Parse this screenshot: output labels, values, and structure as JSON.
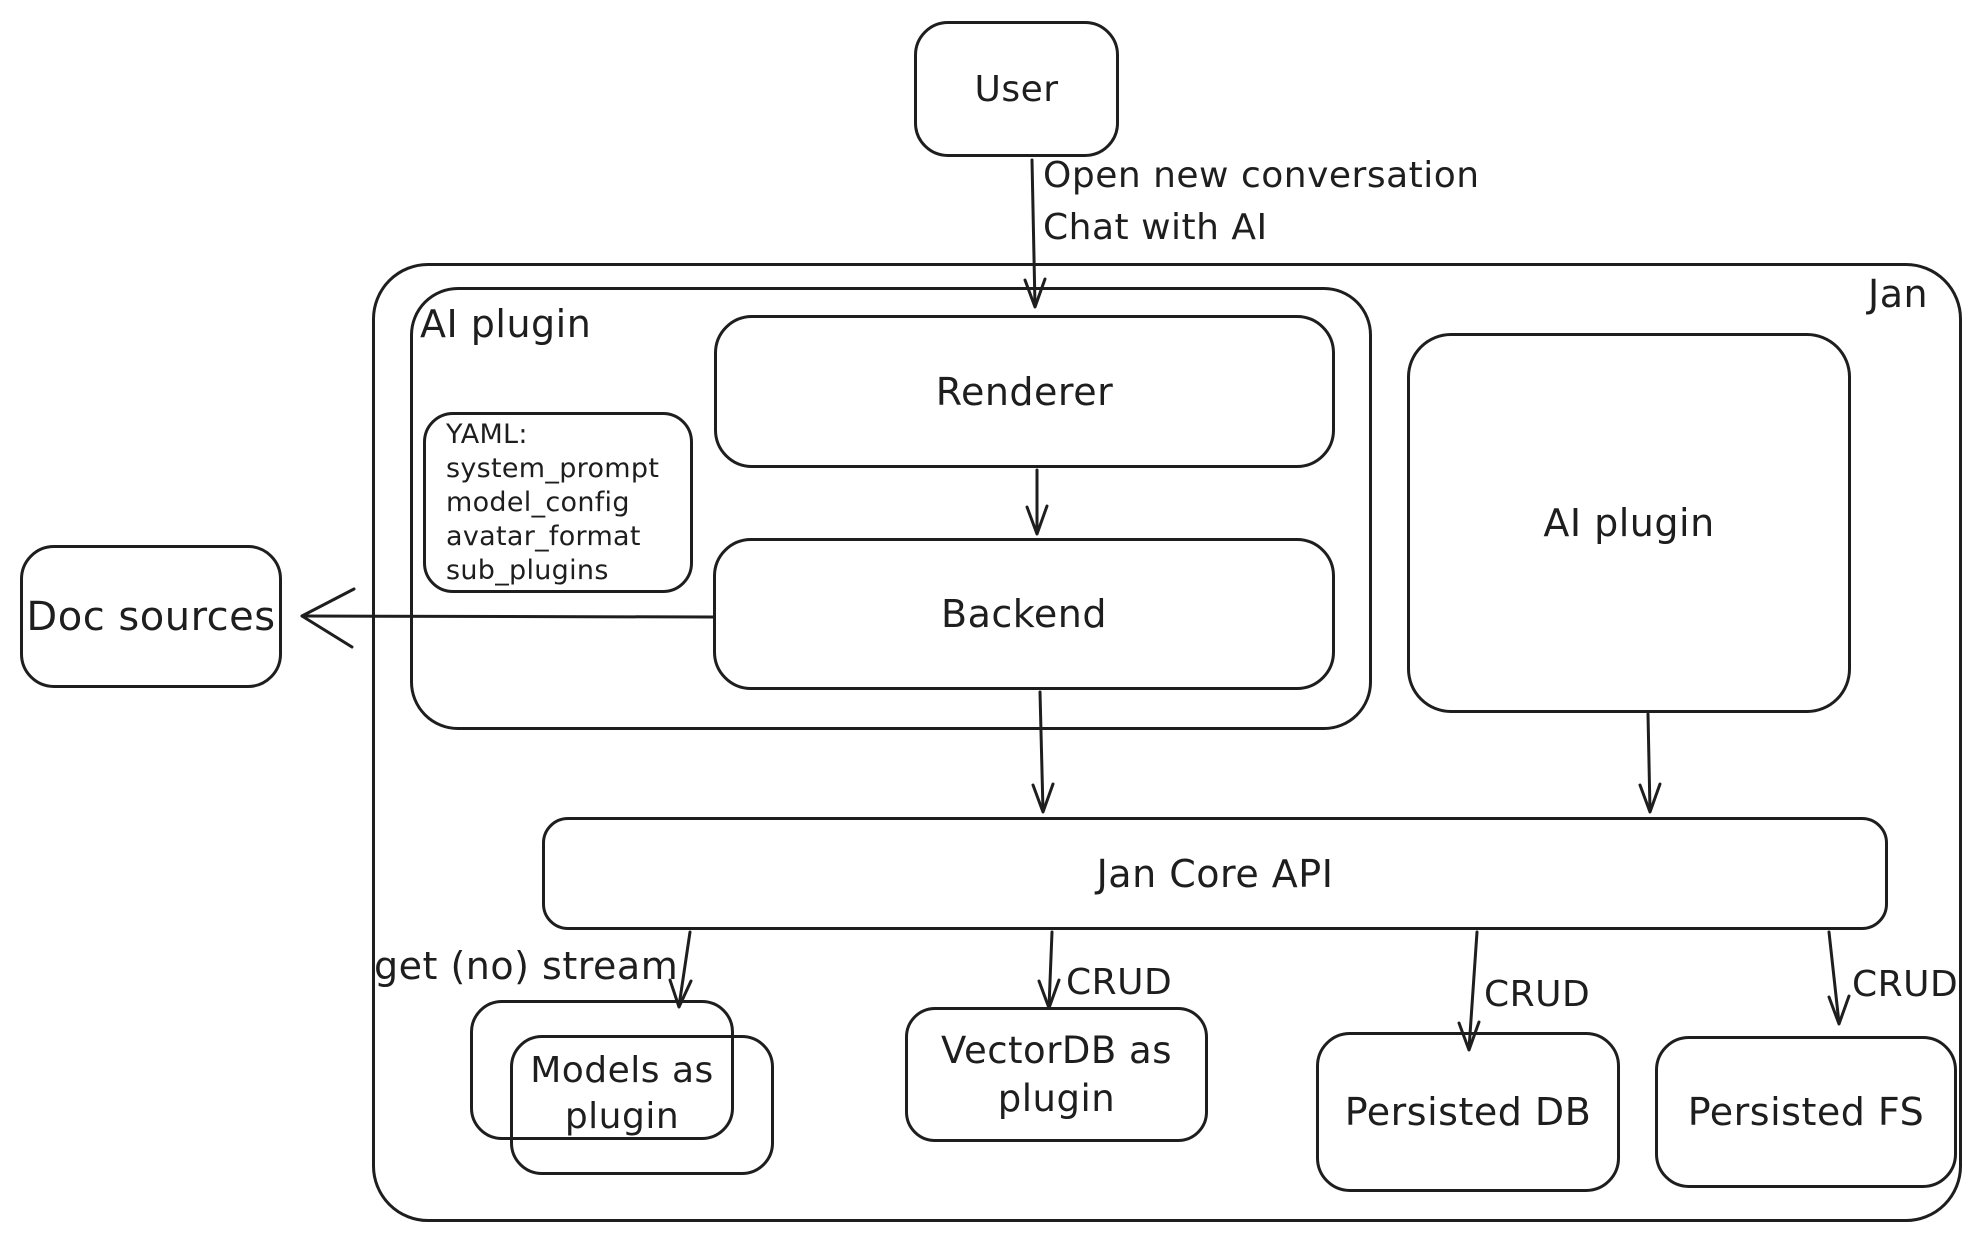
{
  "colors": {
    "stroke": "#1e1e1e",
    "background": "#ffffff"
  },
  "diagram": {
    "container_label": "Jan",
    "nodes": {
      "user": {
        "label": "User"
      },
      "ai_plugin_left": {
        "label": "AI plugin"
      },
      "yaml_note": {
        "lines": [
          "YAML:",
          "system_prompt",
          "model_config",
          "avatar_format",
          "sub_plugins"
        ]
      },
      "renderer": {
        "label": "Renderer"
      },
      "backend": {
        "label": "Backend"
      },
      "ai_plugin_right": {
        "label": "AI plugin"
      },
      "doc_sources": {
        "label": "Doc sources"
      },
      "jan_core_api": {
        "label": "Jan Core API"
      },
      "models_plugin": {
        "label": "Models as plugin"
      },
      "vectordb_plugin": {
        "label": "VectorDB as plugin"
      },
      "persisted_db": {
        "label": "Persisted DB"
      },
      "persisted_fs": {
        "label": "Persisted FS"
      }
    },
    "edge_labels": {
      "user_to_renderer_line1": "Open new conversation",
      "user_to_renderer_line2": "Chat with AI",
      "core_to_models": "get (no) stream",
      "core_to_vectordb": "CRUD",
      "core_to_persisted_db": "CRUD",
      "core_to_persisted_fs": "CRUD"
    }
  }
}
